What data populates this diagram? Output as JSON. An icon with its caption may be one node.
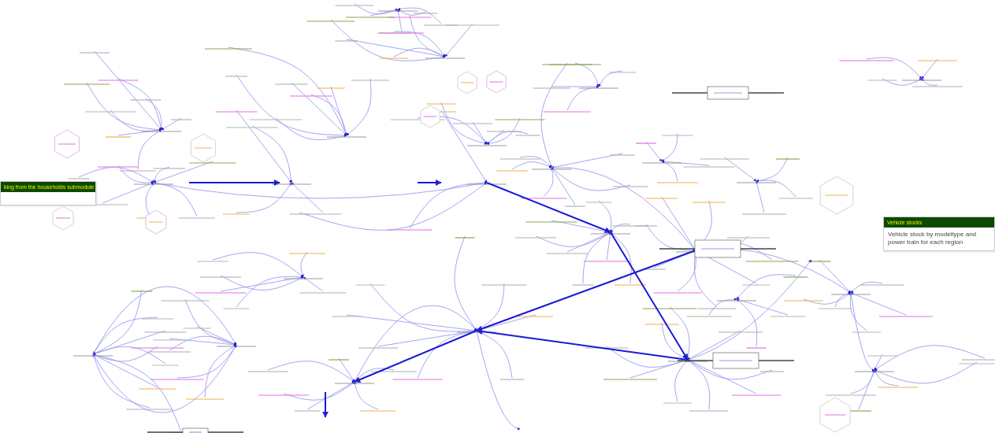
{
  "diagram": {
    "nodes": [
      {
        "text": [
          "king from the households submodule"
        ]
      },
      {
        "text": [
          "Vehicle stocks",
          "Vehicle stock by modeltype and power train for each region"
        ]
      }
    ]
  }
}
